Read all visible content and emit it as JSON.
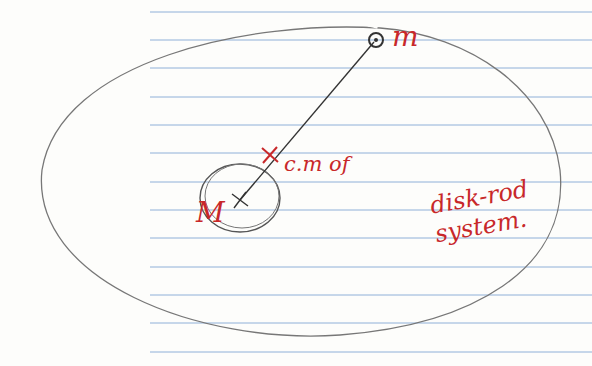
{
  "diagram": {
    "labels": [
      "m",
      "M",
      "c.m of",
      "disk-rod system."
    ]
  }
}
